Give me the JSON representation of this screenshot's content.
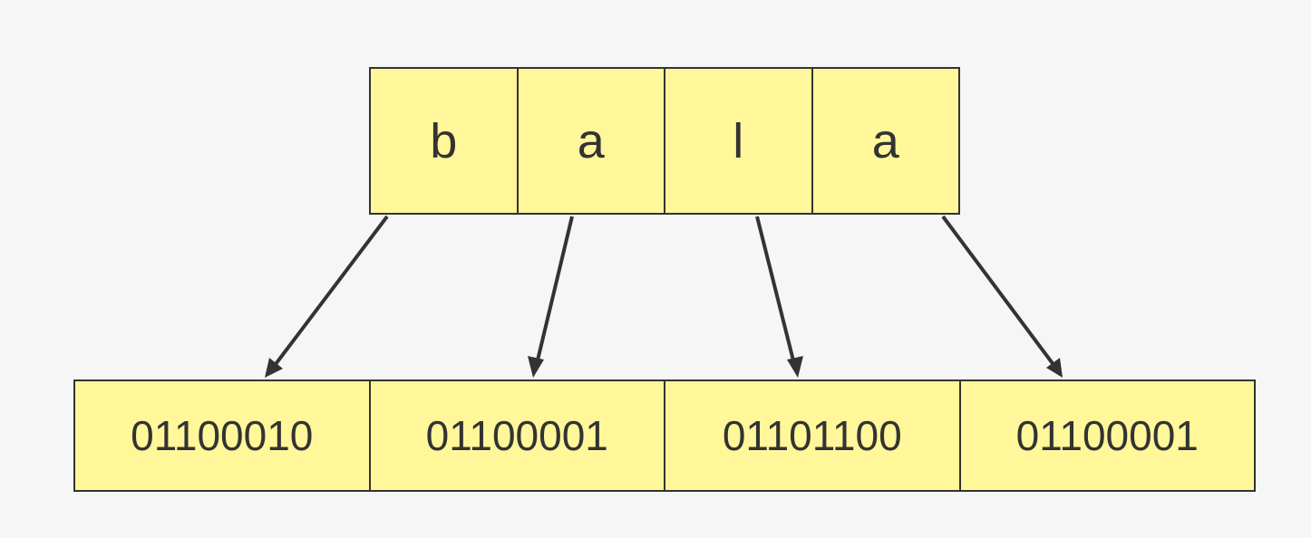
{
  "characters": [
    "b",
    "a",
    "l",
    "a"
  ],
  "bytes": [
    "01100010",
    "01100001",
    "01101100",
    "01100001"
  ],
  "colors": {
    "cell_fill": "#fff799",
    "stroke": "#333333",
    "background": "#f6f6f6"
  }
}
